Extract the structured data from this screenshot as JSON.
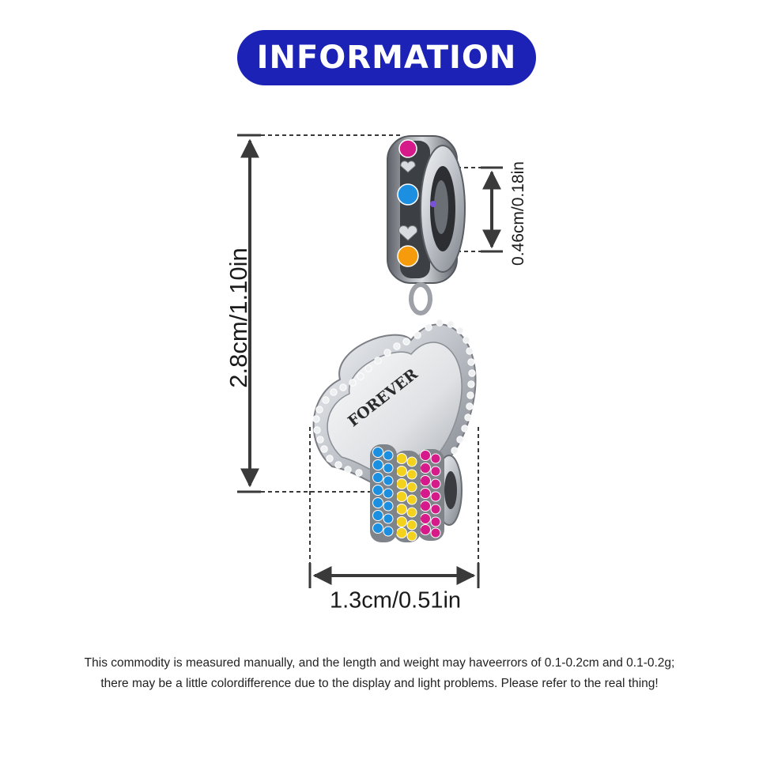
{
  "header": {
    "title": "INFORMATION"
  },
  "dimensions": {
    "height": "2.8cm/1.10in",
    "width": "1.3cm/0.51in",
    "hole": "0.46cm/0.18in"
  },
  "engraving": "FOREVER",
  "notice": {
    "line1": "This commodity is measured manually, and the length and weight may haveerrors of 0.1-0.2cm and 0.1-0.2g;",
    "line2": "there may be a little colordifference due to the display and light problems. Please refer to the real thing!"
  },
  "colors": {
    "title_bg": "#1b22b5",
    "gem_blue": "#1c8fe0",
    "gem_pink": "#d61a8a",
    "gem_yellow": "#f2d21c",
    "gem_orange": "#f59b0c",
    "gem_purple": "#7a52d6",
    "silver": "#c9ccd1"
  }
}
